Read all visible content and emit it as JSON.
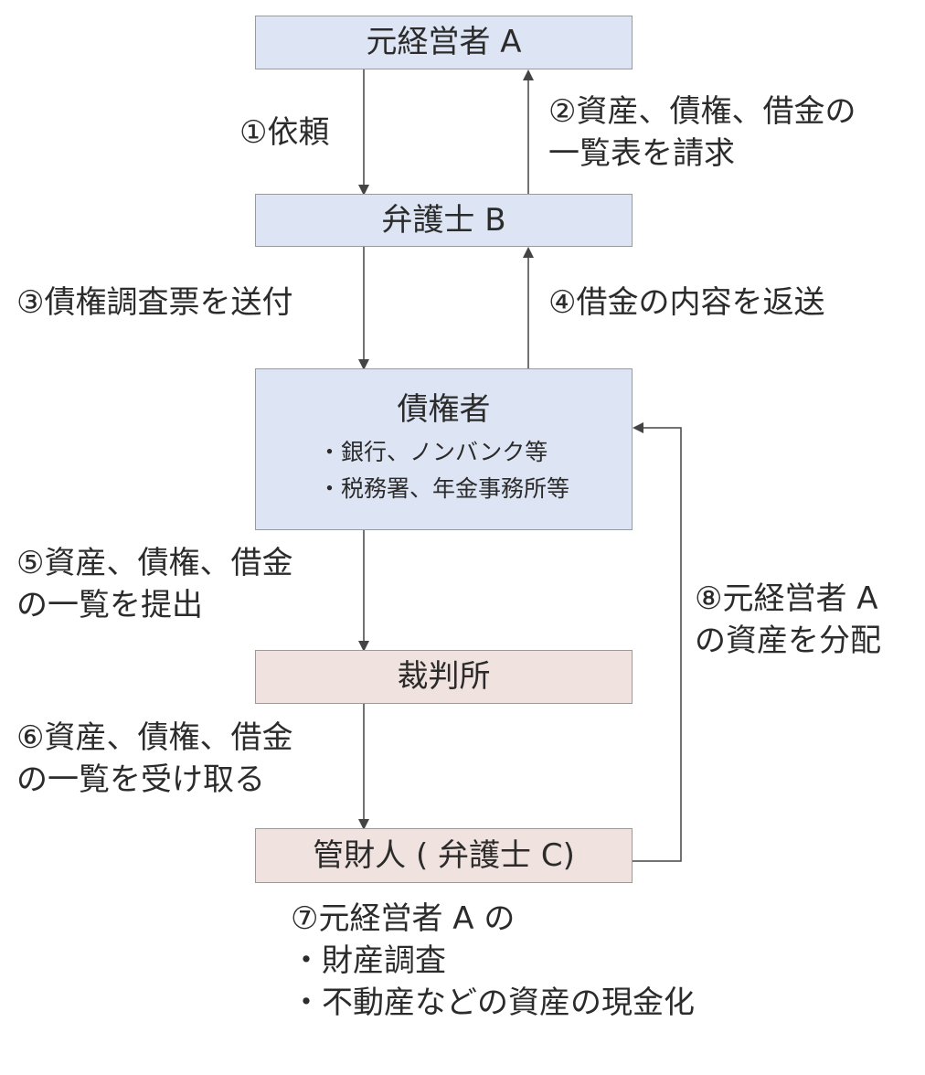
{
  "nodes": {
    "former_manager": "元経営者 A",
    "lawyer_b": "弁護士 B",
    "creditors": {
      "title": "債権者",
      "items": [
        "・銀行、ノンバンク等",
        "・税務署、年金事務所等"
      ]
    },
    "court": "裁判所",
    "trustee": "管財人 ( 弁護士 C)"
  },
  "steps": {
    "s1": "①依頼",
    "s2": [
      "②資産、債権、借金の",
      "一覧表を請求"
    ],
    "s3": "③債権調査票を送付",
    "s4": "④借金の内容を返送",
    "s5": [
      "⑤資産、債権、借金",
      "の一覧を提出"
    ],
    "s6": [
      "⑥資産、債権、借金",
      "の一覧を受け取る"
    ],
    "s7": [
      "⑦元経営者 A の",
      "・財産調査",
      "・不動産などの資産の現金化"
    ],
    "s8": [
      "⑧元経営者 A",
      "の資産を分配"
    ]
  },
  "colors": {
    "person_box": "#dde4f3",
    "institution_box": "#f0e2de",
    "border": "#9a9a9a",
    "arrow": "#444444"
  }
}
